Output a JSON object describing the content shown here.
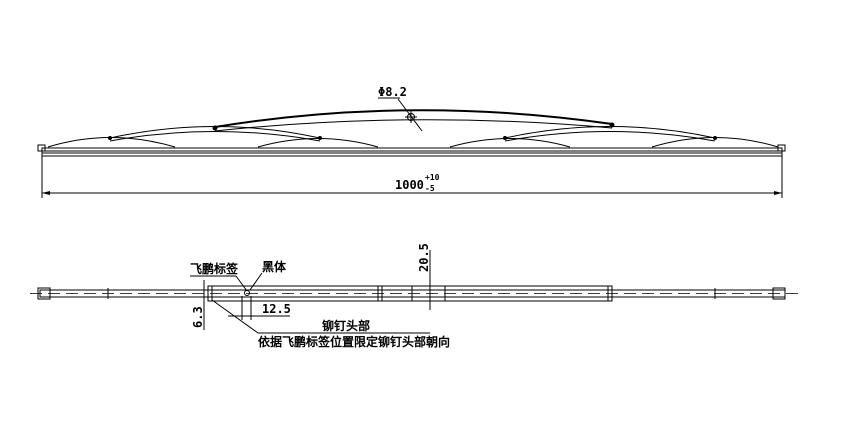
{
  "top_view": {
    "diameter_label": "Φ8.2",
    "length_value": "1000",
    "length_tol_upper": "+10",
    "length_tol_lower": "-5"
  },
  "bottom_view": {
    "label_tag": "飞鹏标签",
    "label_font": "黑体",
    "dim_height": "20.5",
    "dim_width": "6.3",
    "dim_offset": "12.5",
    "label_rivet_head": "铆钉头部",
    "note": "依据飞鹏标签位置限定铆钉头部朝向"
  }
}
